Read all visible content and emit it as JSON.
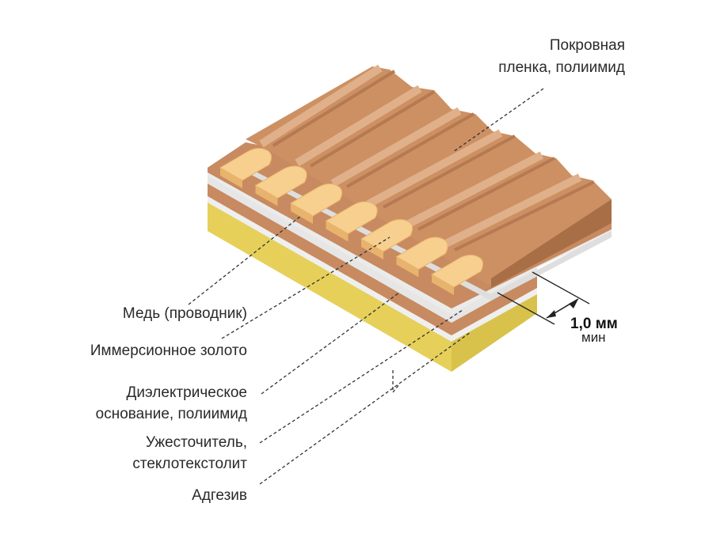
{
  "labels": {
    "coverlay_line1": "Покровная",
    "coverlay_line2": "пленка, полиимид",
    "copper": "Медь (проводник)",
    "gold": "Иммерсионное золото",
    "dielectric_line1": "Диэлектрическое",
    "dielectric_line2": "основание, полиимид",
    "stiffener_line1": "Ужесточитель,",
    "stiffener_line2": "стеклотекстолит",
    "adhesive": "Адгезив"
  },
  "dimension": {
    "value": "1,0 мм",
    "qualifier": "мин"
  },
  "colors": {
    "coverlay": "#cd9063",
    "coverlay_dark": "#a86e46",
    "coverlay_light": "#e0b08a",
    "copper_base": "#c88a60",
    "gold_pad": "#f7cf8f",
    "gold_pad_dark": "#e8b36c",
    "dielectric": "#e6e6e6",
    "dielectric_dark": "#cfcfcf",
    "stiffener": "#e8d45f",
    "stiffener_dark": "#d9c24c"
  }
}
